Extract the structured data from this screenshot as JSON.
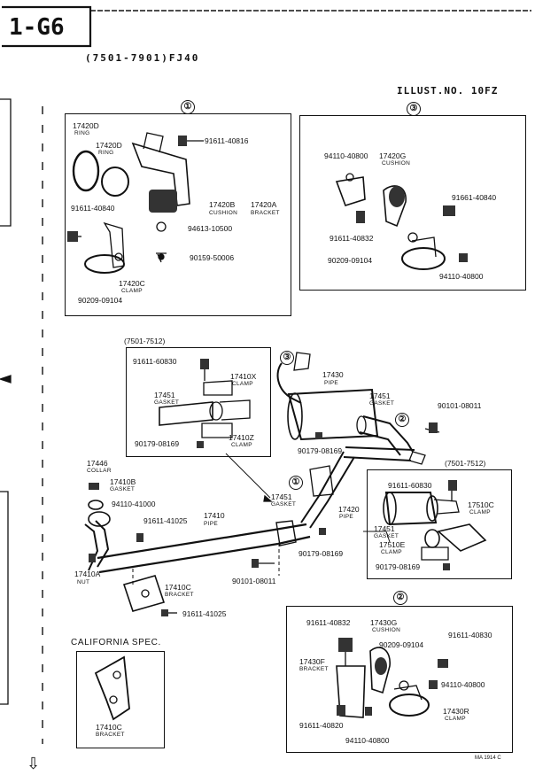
{
  "header": {
    "page_code": "1-G6",
    "model": "(7501-7901)FJ40",
    "illust_no": "ILLUST.NO. 10FZ"
  },
  "section1": {
    "marker": "①",
    "labels": {
      "ring_a": "17420D",
      "ring_a_sub": "RING",
      "ring_b": "17420D",
      "ring_b_sub": "RING",
      "bolt_top": "91611-40816",
      "cushion": "17420B",
      "cushion_sub": "CUSHION",
      "bracket": "17420A",
      "bracket_sub": "BRACKET",
      "bolt_left": "91611-40840",
      "nut": "94613-10500",
      "screw": "90159-50006",
      "clamp": "17420C",
      "clamp_sub": "CLAMP",
      "spring": "90209-09104"
    }
  },
  "section3": {
    "marker": "③",
    "labels": {
      "bolt_a": "94110-40800",
      "cushion": "17420G",
      "cushion_sub": "CUSHION",
      "bolt_b": "91661-40840",
      "bolt_c": "91611-40832",
      "spring": "90209-09104",
      "nut": "94110-40800"
    }
  },
  "inset_top": {
    "range": "(7501-7512)",
    "labels": {
      "bolt": "91611-60830",
      "clamp_x": "17410X",
      "clamp_x_sub": "CLAMP",
      "gasket": "17451",
      "gasket_sub": "GASKET",
      "nut": "90179-08169",
      "clamp_z": "17410Z",
      "clamp_z_sub": "CLAMP"
    }
  },
  "main": {
    "markers": [
      "③",
      "②",
      "①"
    ],
    "labels": {
      "pipe_tail": "17430",
      "pipe_tail_sub": "PIPE",
      "gasket_r": "17451",
      "gasket_r_sub": "GASKET",
      "bolt_r": "90101-08011",
      "nut_m": "90179-08169",
      "collar": "17446",
      "collar_sub": "COLLAR",
      "gasket_b": "17410B",
      "gasket_b_sub": "GASKET",
      "nut_front": "94110-41000",
      "bolt_mid": "91611-41025",
      "pipe_front": "17410",
      "pipe_front_sub": "PIPE",
      "gasket_c": "17451",
      "gasket_c_sub": "GASKET",
      "pipe_center": "17420",
      "pipe_center_sub": "PIPE",
      "nut_c": "90179-08169",
      "nut_front_a": "17410A",
      "nut_front_a_sub": "NUT",
      "bolt_low": "90101-08011",
      "bracket_c": "17410C",
      "bracket_c_sub": "BRACKET",
      "bolt_br": "91611-41025"
    }
  },
  "inset_right": {
    "range": "(7501-7512)",
    "labels": {
      "bolt": "91611-60830",
      "clamp_c": "17510C",
      "clamp_c_sub": "CLAMP",
      "gasket": "17451",
      "gasket_sub": "GASKET",
      "clamp_e": "17510E",
      "clamp_e_sub": "CLAMP",
      "nut": "90179-08169"
    }
  },
  "california": {
    "title": "CALIFORNIA SPEC.",
    "part": "17410C",
    "part_sub": "BRACKET"
  },
  "section2": {
    "marker": "②",
    "labels": {
      "bolt_a": "91611-40832",
      "cushion": "17430G",
      "cushion_sub": "CUSHION",
      "bolt_b": "91611-40830",
      "spring": "90209-09104",
      "bracket": "17430F",
      "bracket_sub": "BRACKET",
      "nut_r": "94110-40800",
      "clamp": "17430R",
      "clamp_sub": "CLAMP",
      "bolt_c": "91611-40820",
      "nut_b": "94110-40800"
    }
  },
  "footer": {
    "code": "MA 1914 C",
    "arrow": "⇩"
  }
}
